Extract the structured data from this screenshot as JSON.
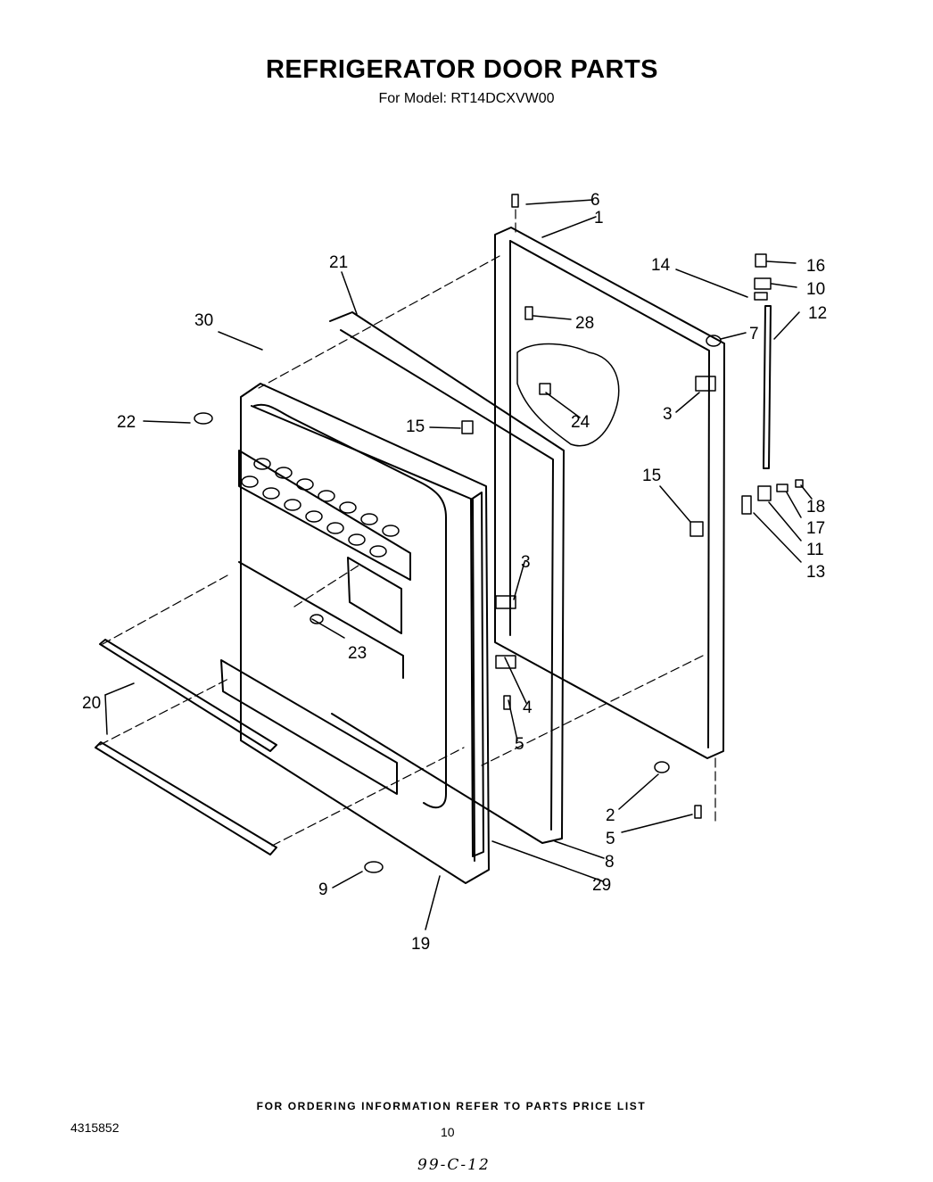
{
  "title": "REFRIGERATOR DOOR PARTS",
  "subtitle": "For Model: RT14DCXVW00",
  "footer": {
    "ordering_note": "FOR ORDERING INFORMATION REFER TO PARTS PRICE LIST",
    "document_number": "4315852",
    "page_number": "10",
    "handwritten_note": "99-C-12"
  },
  "callouts": [
    "6",
    "1",
    "21",
    "14",
    "16",
    "10",
    "12",
    "30",
    "28",
    "7",
    "3",
    "24",
    "22",
    "15",
    "15",
    "18",
    "17",
    "11",
    "13",
    "3",
    "23",
    "4",
    "20",
    "5",
    "2",
    "5",
    "8",
    "29",
    "9",
    "19"
  ]
}
